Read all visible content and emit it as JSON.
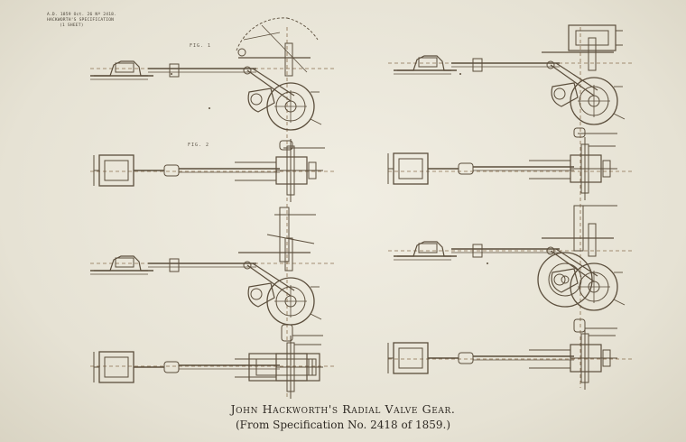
{
  "stamp": {
    "line1": "A.D. 1859  Oct. 26  Nº 2418.",
    "line2": "HACKWORTH'S SPECIFICATION",
    "line3": "(1 SHEET)"
  },
  "figure_labels": {
    "fig1": "FIG. 1",
    "fig2": "FIG. 2"
  },
  "caption": {
    "title": "John Hackworth's Radial Valve Gear.",
    "subtitle": "(From Specification No. 2418 of 1859.)"
  },
  "colors": {
    "paper": "#ebe8dc",
    "ink": "#5b4e3c",
    "dashed_ink": "#8a7050",
    "caption_ink": "#2f2a24"
  }
}
